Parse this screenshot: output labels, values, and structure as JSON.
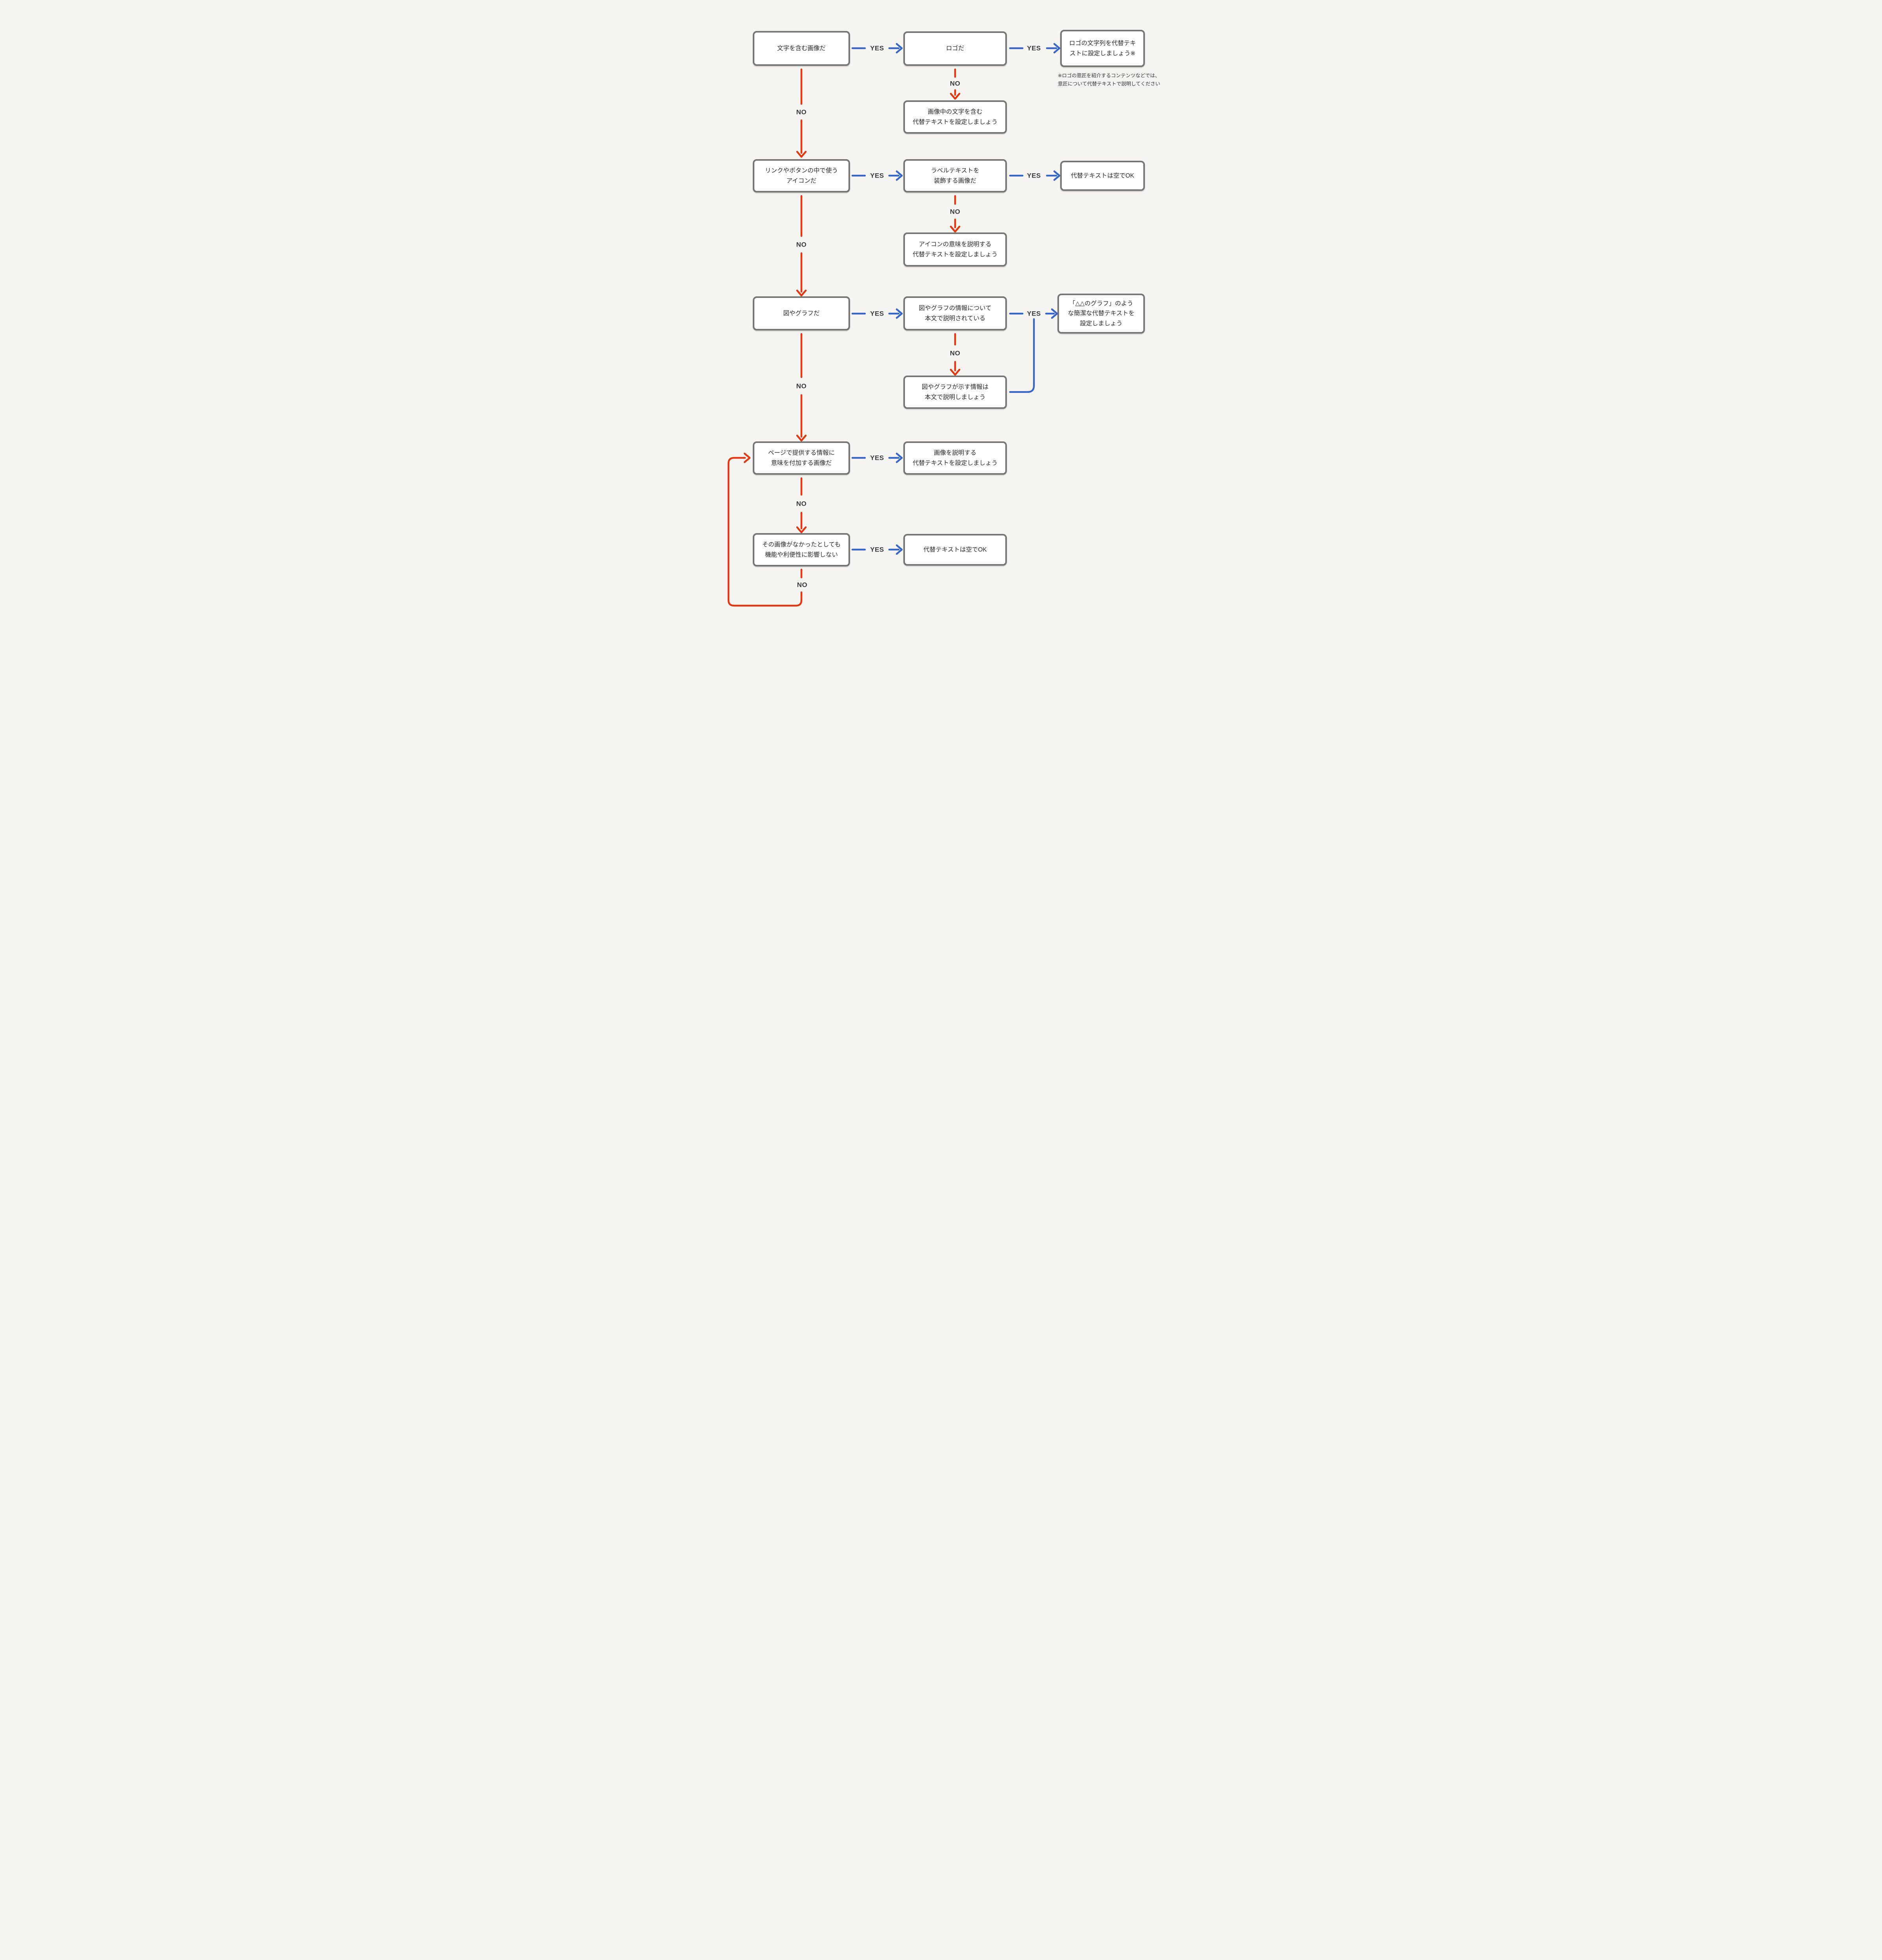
{
  "diagram": {
    "type": "flowchart",
    "edge_labels": {
      "yes": "YES",
      "no": "NO"
    },
    "colors": {
      "yes_path": "#3866c7",
      "no_path": "#e23711",
      "label_text": "#3a3a3a",
      "node_border": "#757575",
      "node_fill": "#ffffff",
      "node_text": "#2b2b2b",
      "background": "#f5f4f1"
    },
    "nodes": {
      "has_text": {
        "text": "文字を含む画像だ"
      },
      "is_logo": {
        "text": "ロゴだ"
      },
      "logo_alt": {
        "text": "ロゴの文字列を代替テキ\nストに設定しましょう※"
      },
      "text_alt": {
        "text": "画像中の文字を含む\n代替テキストを設定しましょう"
      },
      "is_icon": {
        "text": "リンクやボタンの中で使う\nアイコンだ"
      },
      "is_decorative_label": {
        "text": "ラベルテキストを\n装飾する画像だ"
      },
      "empty_alt_icon": {
        "text": "代替テキストは空でOK"
      },
      "icon_alt": {
        "text": "アイコンの意味を説明する\n代替テキストを設定しましょう"
      },
      "is_chart": {
        "text": "図やグラフだ"
      },
      "chart_explained": {
        "text": "図やグラフの情報について\n本文で説明されている"
      },
      "chart_alt": {
        "text": "「△△のグラフ」のよう\nな簡潔な代替テキストを\n設定しましょう"
      },
      "chart_explain_body": {
        "text": "図やグラフが示す情報は\n本文で説明しましょう"
      },
      "adds_meaning": {
        "text": "ページで提供する情報に\n意味を付加する画像だ"
      },
      "describe_alt": {
        "text": "画像を説明する\n代替テキストを設定しましょう"
      },
      "no_impact": {
        "text": "その画像がなかったとしても\n機能や利便性に影響しない"
      },
      "empty_alt_final": {
        "text": "代替テキストは空でOK"
      }
    },
    "footnote": "※ロゴの意匠を紹介するコンテンツなどでは、\n意匠について代替テキストで説明してください"
  }
}
